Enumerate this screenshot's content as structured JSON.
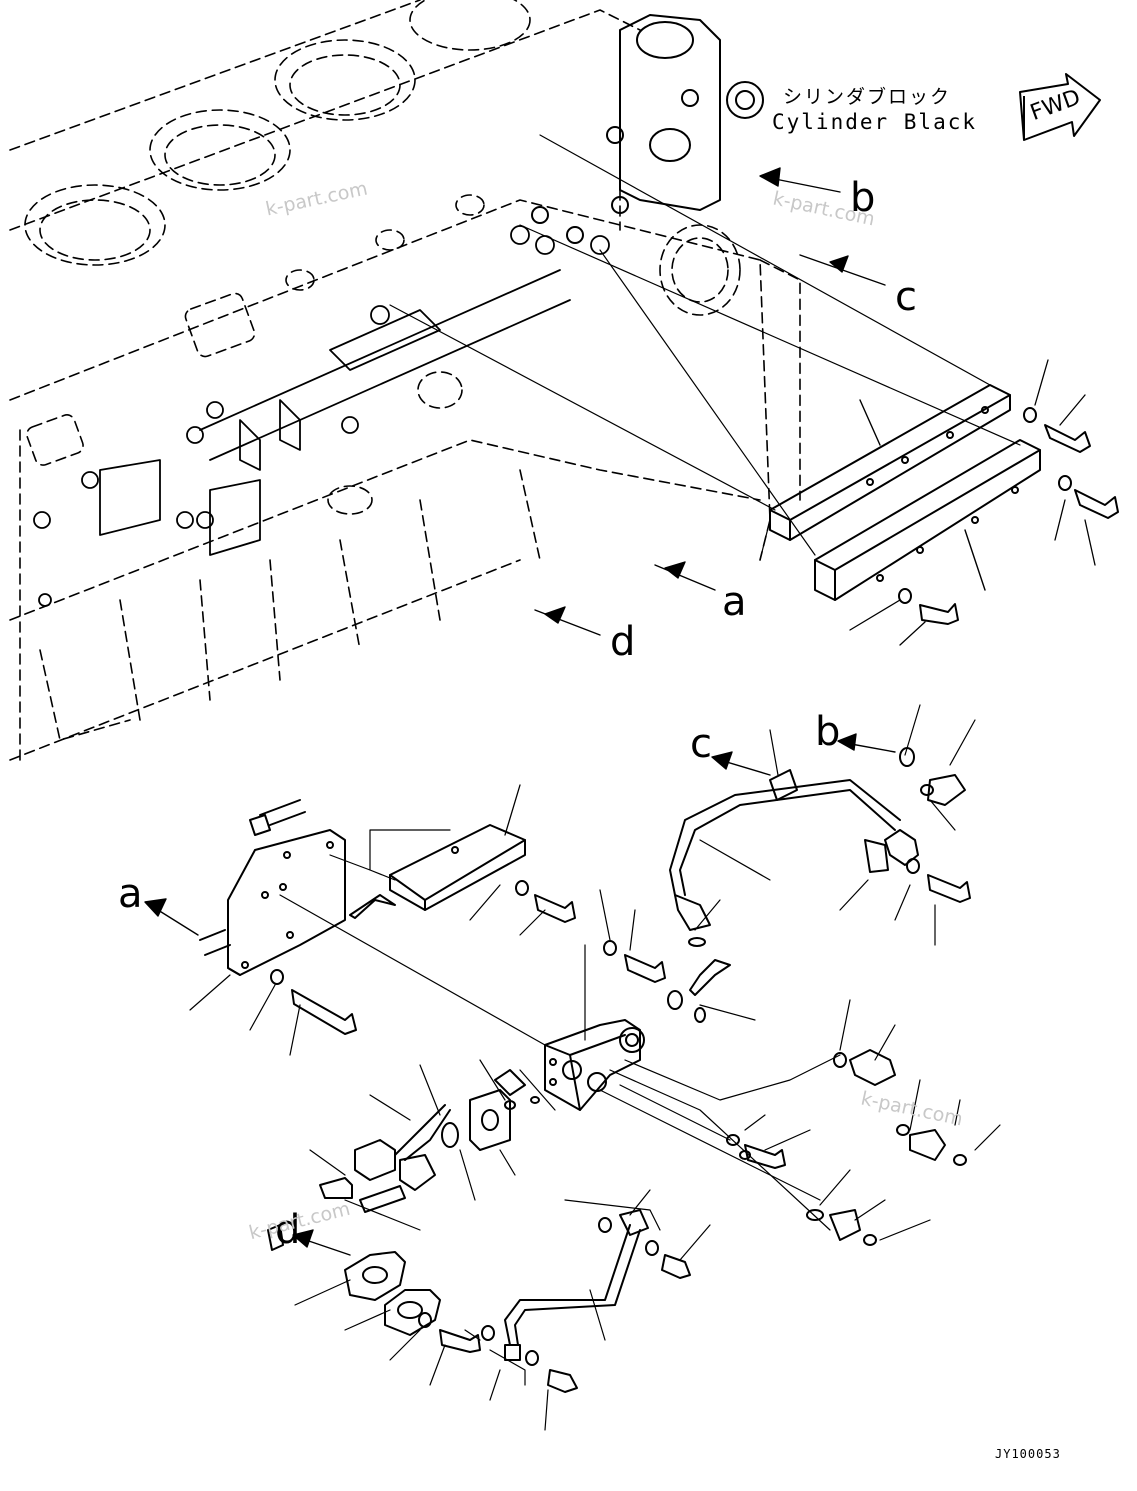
{
  "header": {
    "title_jp": "シリンダブロック",
    "title_en": "Cylinder Black"
  },
  "direction_badge": "FWD",
  "callouts": {
    "a": "a",
    "b": "b",
    "c": "c",
    "d": "d"
  },
  "watermark": "k-part.com",
  "drawing_code": "JY100053",
  "icons": [
    "fwd-arrow-icon",
    "callout-arrow-icon"
  ]
}
